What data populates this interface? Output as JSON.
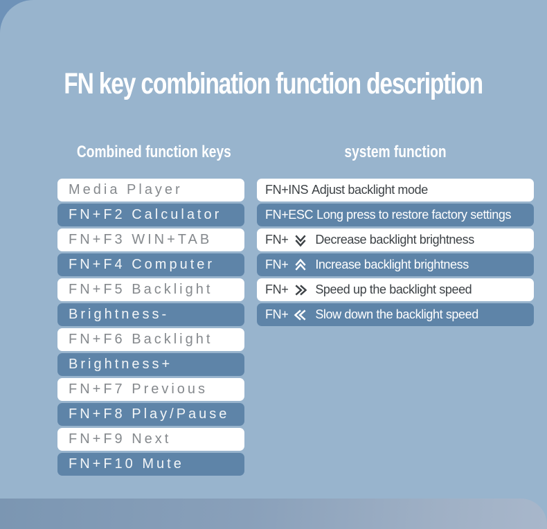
{
  "title": "FN key combination function description",
  "columns": {
    "left": {
      "header": "Combined function keys",
      "rows": [
        {
          "text": "Media Player",
          "variant": "light"
        },
        {
          "text": "FN+F2 Calculator",
          "variant": "dark"
        },
        {
          "text": "FN+F3 WIN+TAB",
          "variant": "light"
        },
        {
          "text": "FN+F4 Computer",
          "variant": "dark"
        },
        {
          "text": "FN+F5 Backlight",
          "variant": "light"
        },
        {
          "text": "Brightness-",
          "variant": "dark"
        },
        {
          "text": "FN+F6 Backlight",
          "variant": "light"
        },
        {
          "text": "Brightness+",
          "variant": "dark"
        },
        {
          "text": "FN+F7 Previous",
          "variant": "light"
        },
        {
          "text": "FN+F8 Play/Pause",
          "variant": "dark"
        },
        {
          "text": "FN+F9 Next",
          "variant": "light"
        },
        {
          "text": "FN+F10 Mute",
          "variant": "dark"
        }
      ]
    },
    "right": {
      "header": "system function",
      "rows": [
        {
          "key": "FN+INS",
          "icon": null,
          "label": "Adjust backlight mode",
          "variant": "light"
        },
        {
          "key": "FN+ESC",
          "icon": null,
          "label": "Long press to restore factory settings",
          "variant": "dark"
        },
        {
          "key": "FN+",
          "icon": "double-chevron-down-icon",
          "label": "Decrease backlight brightness",
          "variant": "light"
        },
        {
          "key": "FN+",
          "icon": "double-chevron-up-icon",
          "label": "Increase backlight brightness",
          "variant": "dark"
        },
        {
          "key": "FN+",
          "icon": "double-chevron-right-icon",
          "label": "Speed up the backlight speed",
          "variant": "light"
        },
        {
          "key": "FN+",
          "icon": "double-chevron-left-icon",
          "label": "Slow down the backlight speed",
          "variant": "dark"
        }
      ]
    }
  },
  "colors": {
    "background": "#98b4cd",
    "corner_accent": "#6e92b8",
    "row_blue": "#5e84a8",
    "row_white": "#ffffff",
    "left_text_gray": "#85898d",
    "right_text_dark": "#3d4246",
    "bottom_band_start": "#7b96b2",
    "bottom_band_end": "#a8b7cb",
    "heading_text": "#ffffff"
  }
}
